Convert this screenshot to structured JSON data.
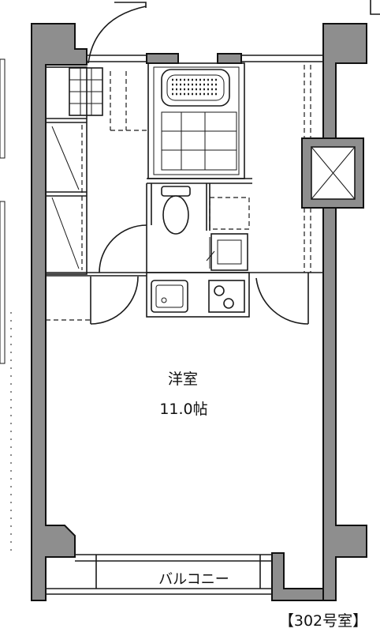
{
  "rooms": {
    "main_room": {
      "name": "洋室",
      "size": "11.0帖"
    },
    "balcony": {
      "name": "バルコニー"
    }
  },
  "unit_label": "【302号室】",
  "colors": {
    "wall": "#8e8e8e",
    "line": "#1a1a1a",
    "background": "#ffffff"
  }
}
